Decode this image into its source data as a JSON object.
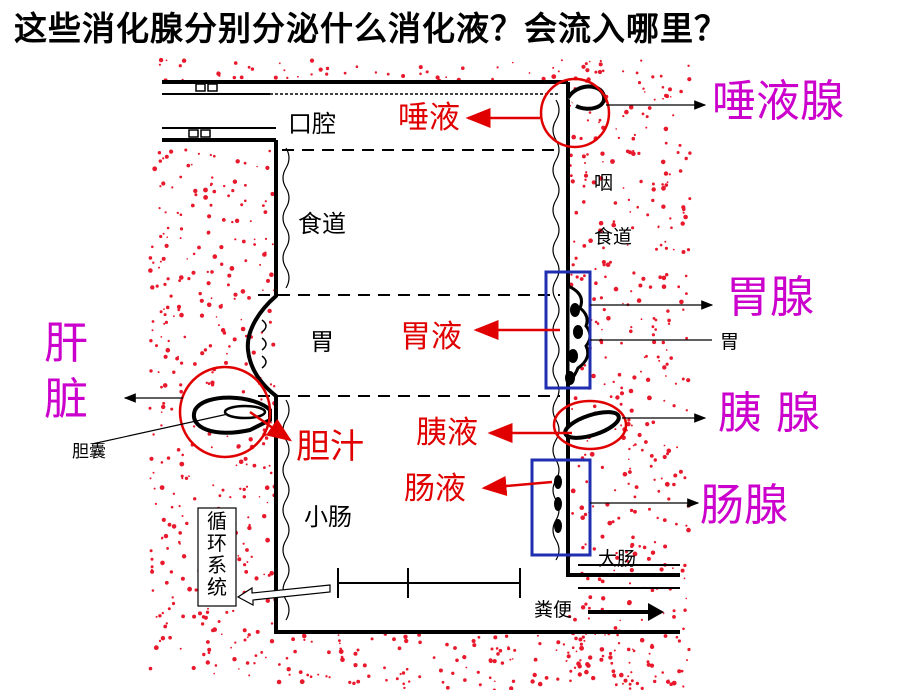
{
  "title": "这些消化腺分别分泌什么消化液？会流入哪里？",
  "regions": {
    "mouth": "口腔",
    "esophagus": "食道",
    "stomach": "胃",
    "small_intestine": "小肠"
  },
  "side_labels": {
    "pharynx": "咽",
    "esophagus": "食道",
    "stomach": "胃",
    "large_intestine": "大肠",
    "gallbladder": "胆囊",
    "feces": "粪便"
  },
  "juices": {
    "saliva": "唾液",
    "gastric": "胃液",
    "pancreatic": "胰液",
    "intestinal": "肠液",
    "bile": "胆汁"
  },
  "glands": {
    "salivary": "唾液腺",
    "gastric": "胃腺",
    "pancreas": "胰 腺",
    "intestinal": "肠腺",
    "liver": "肝脏"
  },
  "circulation": "循环系统",
  "colors": {
    "gland_text": "#cc00cc",
    "juice_text": "#e00000",
    "circle": "#e00000",
    "box": "#1f2fb0",
    "dots": "#e8192c"
  }
}
